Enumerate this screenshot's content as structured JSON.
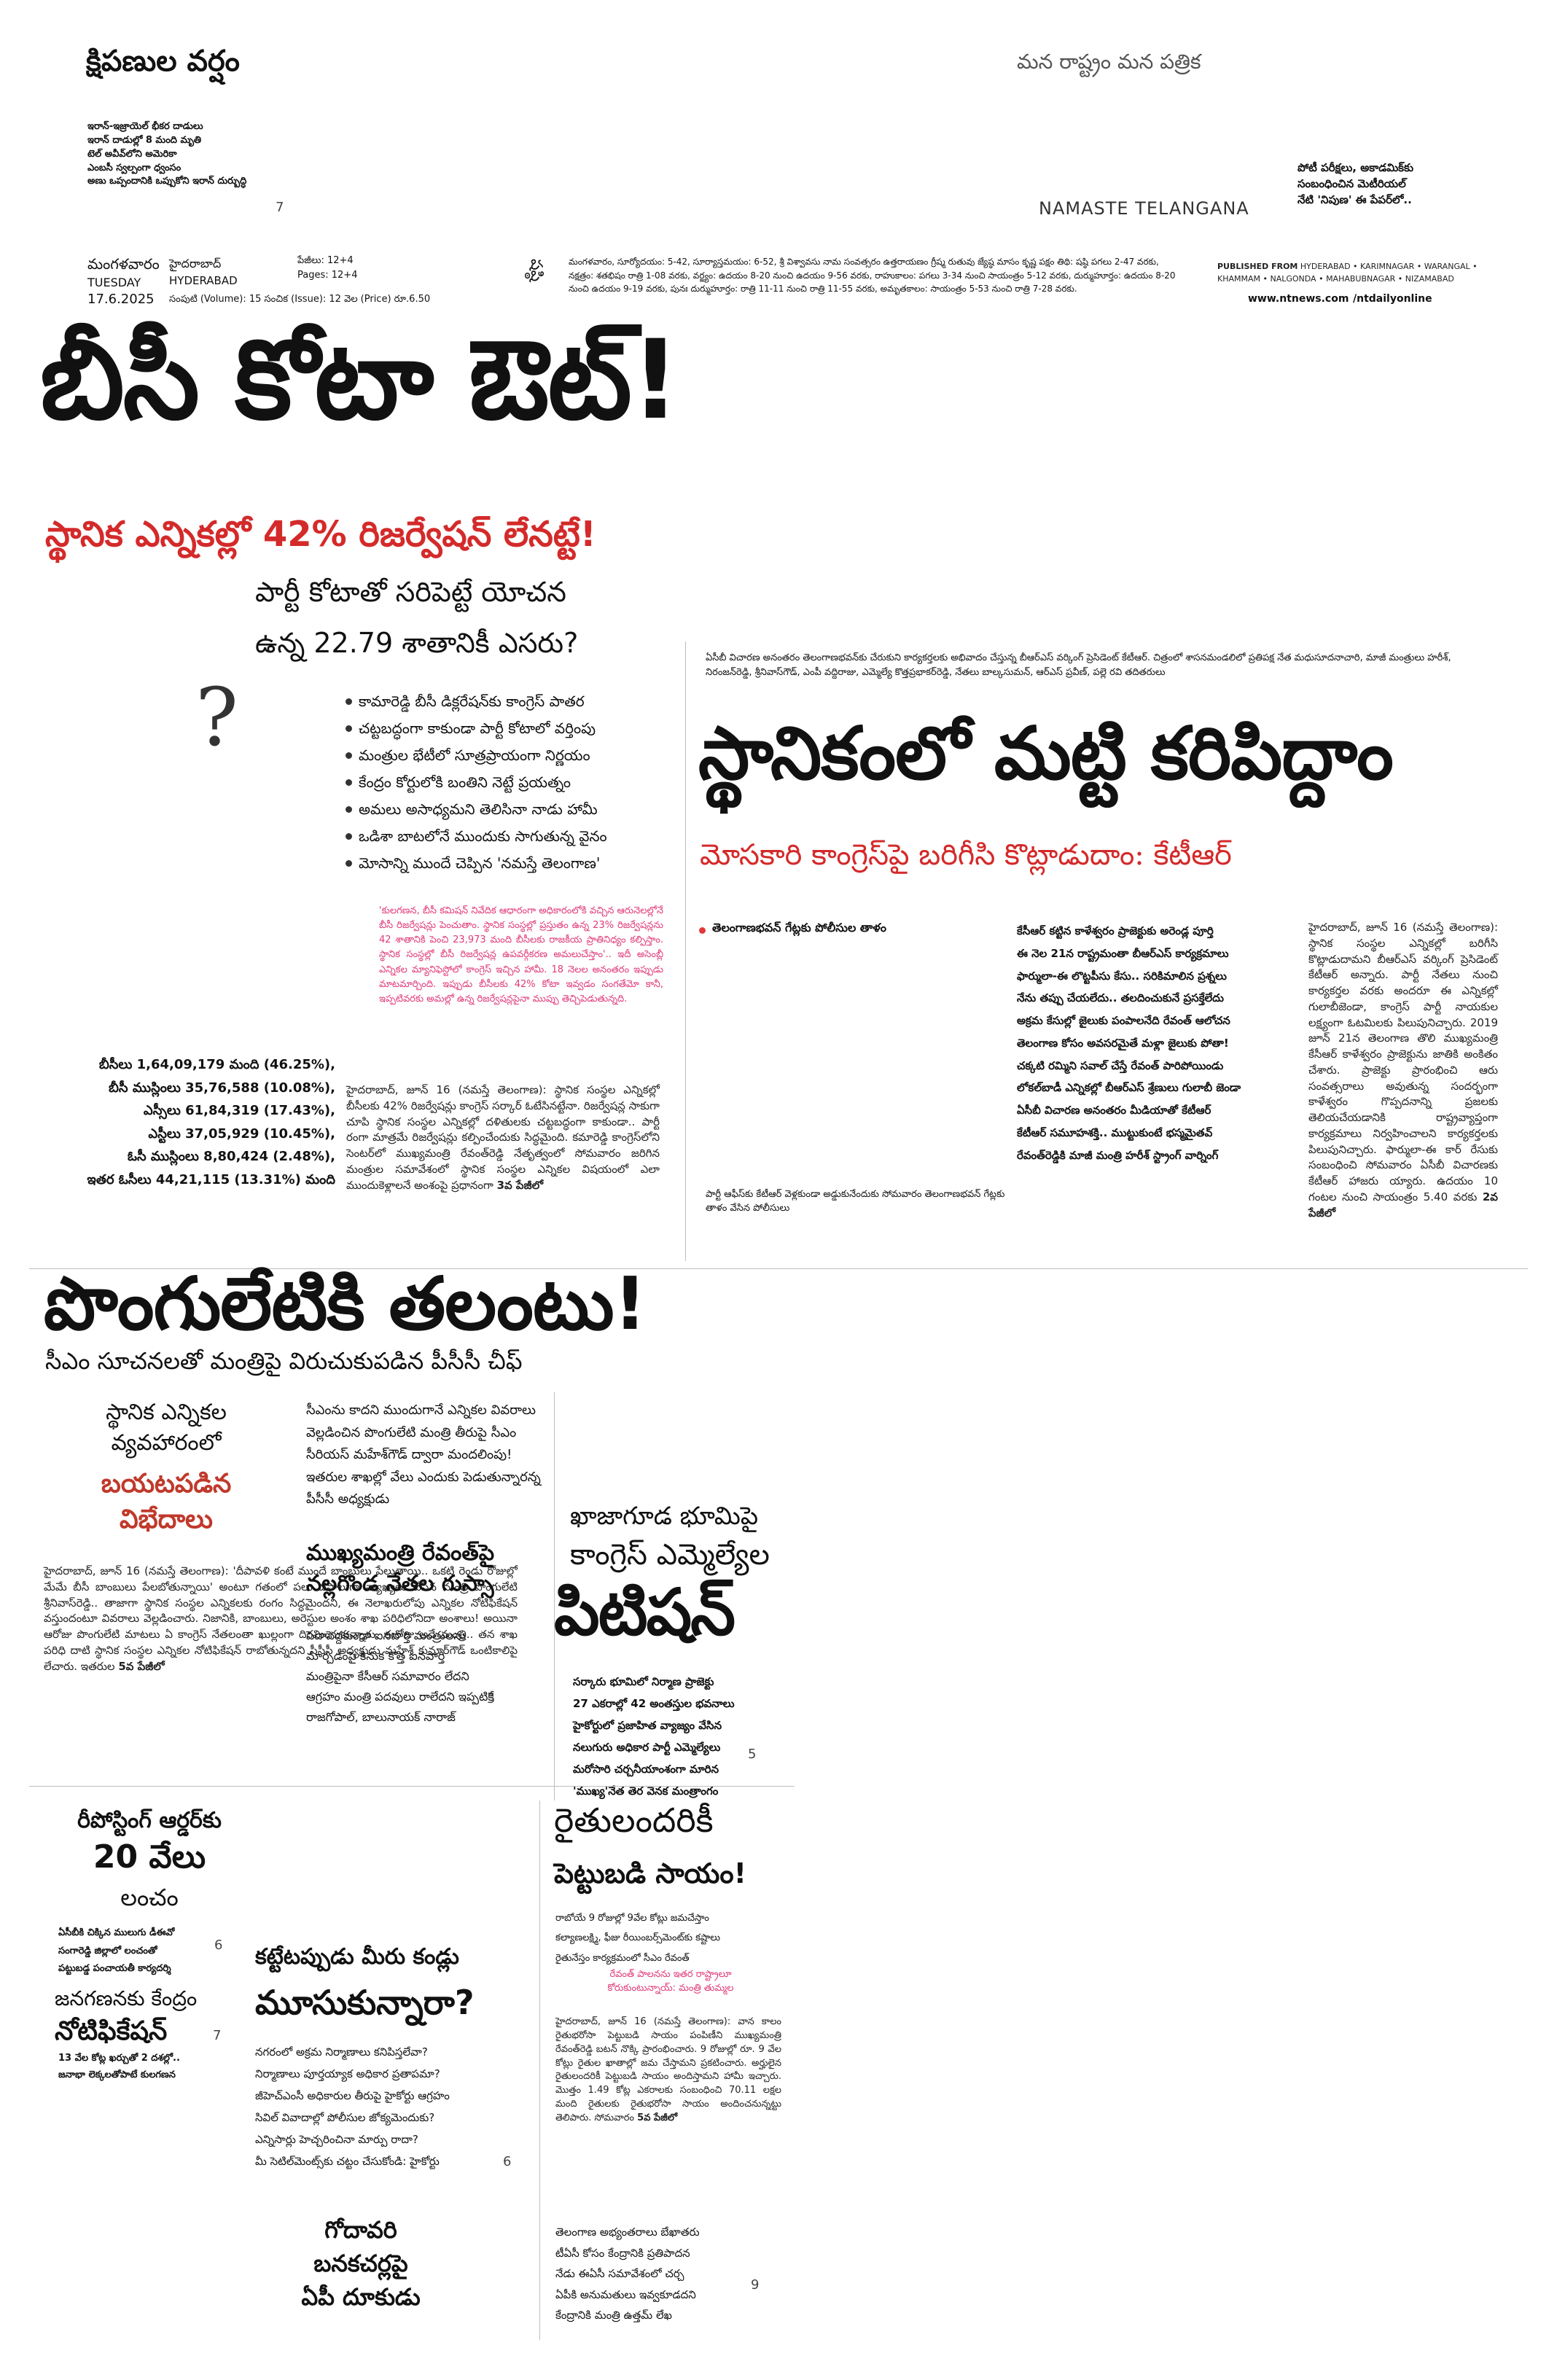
{
  "masthead": {
    "brand_line": "మన రాష్ట్రం మన పత్రిక",
    "english_name": "NAMASTE TELANGANA",
    "day_te": "మంగళవారం",
    "day_en": "TUESDAY",
    "date": "17.6.2025",
    "city_te": "హైదరాబాద్",
    "city_en": "HYDERABAD",
    "pages_te": "పేజీలు: 12+4",
    "pages_en": "Pages: 12+4",
    "volume_line": "సంపుటి (Volume): 15   సంచిక (Issue): 12   వెల (Price) రూ.6.50",
    "tithi": "షష్ఠి",
    "panchang": "మంగళవారం, సూర్యోదయం: 5-42, సూర్యాస్తమయం: 6-52, శ్రీ విశ్వావసు నామ సంవత్సరం ఉత్తరాయణం గ్రీష్మ రుతువు జ్యేష్ఠ మాసం కృష్ణ పక్షం తిథి: షష్ఠి పగలు 2-47 వరకు, నక్షత్రం: శతభిషం రాత్రి 1-08 వరకు, వర్జ్యం: ఉదయం 8-20 నుంచి ఉదయం 9-56 వరకు, రాహుకాలం: పగలు 3-34 నుంచి సాయంత్రం 5-12 వరకు, దుర్ముహూర్తం: ఉదయం 8-20 నుంచి ఉదయం 9-19 వరకు, పునః దుర్ముహూర్తం: రాత్రి 11-11 నుంచి రాత్రి 11-55 వరకు, అమృతకాలం: సాయంత్రం 5-53 నుంచి రాత్రి 7-28 వరకు.",
    "published_label": "PUBLISHED FROM",
    "published_cities": "HYDERABAD • KARIMNAGAR • WARANGAL • KHAMMAM • NALGONDA • MAHABUBNAGAR • NIZAMABAD",
    "website": "www.ntnews.com",
    "social": "/ntdailyonline"
  },
  "ear_left": {
    "title": "క్షిపణుల వర్షం",
    "lines": [
      "ఇరాన్-ఇజ్రాయెల్ భీకర దాడులు",
      "ఇరాన్ దాడుల్లో 8 మంది మృతి",
      "టెల్ అవీవ్‌లోని అమెరికా",
      "ఎంబసీ స్వల్పంగా ధ్వంసం",
      "అణు ఒప్పందానికి ఒప్పుకోని ఇరాన్ దుర్బుద్ధి"
    ],
    "page": "7"
  },
  "ear_right": {
    "lines": [
      "పోటీ పరీక్షలు, అకాడమిక్‌కు",
      "సంబంధించిన మెటీరియల్",
      "నేటి 'నిపుణ' ఈ పేపర్‌లో.."
    ]
  },
  "lead": {
    "headline": "బీసీ కోటా ఔట్!",
    "subhead": "స్థానిక ఎన్నికల్లో 42% రిజర్వేషన్ లేనట్టే!",
    "deck1": "పార్టీ కోటాతో సరిపెట్టే యోచన",
    "deck2": "ఉన్న 22.79 శాతానికీ ఎసరు?",
    "question_mark": "?",
    "bullets": [
      "కామారెడ్డి బీసీ డిక్లరేషన్‌కు కాంగ్రెస్ పాతర",
      "చట్టబద్ధంగా కాకుండా పార్టీ కోటాలో వర్తింపు",
      "మంత్రుల భేటీలో సూత్రప్రాయంగా నిర్ణయం",
      "కేంద్రం కోర్టులోకి బంతిని నెట్టే ప్రయత్నం",
      "అమలు అసాధ్యమని తెలిసినా నాడు హామీ",
      "ఒడిశా బాటలోనే ముందుకు సాగుతున్న వైనం",
      "మోసాన్ని ముందే చెప్పిన 'నమస్తే తెలంగాణ'"
    ],
    "pink_box": "'కులగణన, బీసీ కమిషన్ నివేదిక ఆధారంగా అధికారంలోకి వచ్చిన ఆరునెలల్లోనే బీసీ రిజర్వేషన్లు పెంచుతాం. స్థానిక సంస్థల్లో ప్రస్తుతం ఉన్న 23% రిజర్వేషన్లను 42 శాతానికి పెంచి 23,973 మంది బీసీలకు రాజకీయ ప్రాతినిధ్యం కల్పిస్తాం. స్థానిక సంస్థల్లో బీసీ రిజర్వేషన్ల ఉపవర్గీకరణ అమలుచేస్తాం'.. ఇదీ అసెంబ్లీ ఎన్నికల మ్యానిఫెస్టోలో కాంగ్రెస్ ఇచ్చిన హామీ. 18 నెలల అనంతరం ఇప్పుడు మాటమార్చింది. ఇప్పుడు బీసీలకు 42% కోటా ఇవ్వడం సంగతేమో కానీ, ఇప్పటివరకు అమల్లో ఉన్న రిజర్వేషన్లపైనా ముప్పు తెచ్చిపెడుతున్నది.",
    "body": "హైదరాబాద్, జూన్ 16 (నమస్తే తెలంగాణ): స్థానిక సంస్థల ఎన్నికల్లో బీసీలకు 42% రిజర్వేషన్లు కాంగ్రెస్ సర్కార్ ఓటేసినట్టేనా. రిజర్వేషన్ల సాకుగా చూపి స్థానిక సంస్థల ఎన్నికల్లో దళితులకు చట్టబద్ధంగా కాకుండా.. పార్టీ రంగా మాత్రమే రిజర్వేషన్లు కల్పించేందుకు సిద్ధమైంది. కమారెడ్డి కాంగ్రెస్‌లోని సెంటర్‌లో ముఖ్యమంత్రి రేవంత్‌రెడ్డి నేతృత్వంలో సోమవారం జరిగిన మంత్రుల సమావేశంలో స్థానిక సంస్థల ఎన్నికల విషయంలో ఎలా ముందుకెళ్లాలనే అంశంపై ప్రధానంగా",
    "cont": "3వ పేజీలో",
    "stats": [
      "బీసీలు 1,64,09,179 మంది (46.25%),",
      "బీసీ ముస్లింలు 35,76,588 (10.08%),",
      "ఎస్సీలు 61,84,319 (17.43%),",
      "ఎస్టీలు 37,05,929 (10.45%),",
      "ఓసీ ముస్లింలు 8,80,424 (2.48%),",
      "ఇతర ఓసీలు 44,21,115 (13.31%) మంది"
    ]
  },
  "ktr": {
    "photo_caption": "ఏసీబీ విచారణ అనంతరం తెలంగాణభవన్‌కు చేరుకుని కార్యకర్తలకు అభివాదం చేస్తున్న బీఆర్‌ఎస్ వర్కింగ్ ప్రెసిడెంట్ కేటీఆర్. చిత్రంలో శాసనమండలిలో ప్రతిపక్ష నేత మధుసూదనాచారి, మాజీ మంత్రులు హరీశ్, నిరంజన్‌రెడ్డి, శ్రీనివాస్‌గౌడ్, ఎంపీ వద్దిరాజు, ఎమ్మెల్యే కొత్తప్రభాకర్‌రెడ్డి, నేతలు బాల్కసుమన్, ఆర్‌ఎస్ ప్రవీణ్, పల్లె రవి తదితరులు",
    "headline": "స్థానికంలో మట్టి కరిపిద్దాం",
    "subhead": "మోసకారి కాంగ్రెస్‌పై బరిగీసి కొట్లాడుదాం: కేటీఆర్",
    "bullet": "తెలంగాణభవన్ గేట్లకు పోలీసుల తాళం",
    "photo_caption2": "పార్టీ ఆఫీస్‌కు కేటీఆర్ వెళ్లకుండా అడ్డుకునేందుకు సోమవారం తెలంగాణభవన్ గేట్లకు తాళం వేసిన పోలీసులు",
    "mid_lines": [
      "కేసీఆర్ కట్టిన కాళేశ్వరం ప్రాజెక్టుకు అరెండ్ల పూర్తి",
      "ఈ నెల 21న రాష్ట్రమంతా బీఆర్‌ఎస్ కార్యక్రమాలు",
      "ఫార్ములా-ఈ లొట్టపీసు కేసు.. సరికిమాలిన ప్రశ్నలు",
      "నేను తప్పు చేయలేదు.. తలదించుకునే ప్రసక్తేలేదు",
      "అక్రమ కేసుల్లో జైలుకు పంపాలనేది రేవంత్ ఆలోచన",
      "తెలంగాణ కోసం అవసరమైతే మళ్లా జైలుకు పోతా!",
      "చక్కటి రమ్మిని సవాల్ చేస్తే రేవంత్ పారిపోయిండు",
      "లోకల్‌బాడీ ఎన్నికల్లో బీఆర్‌ఎస్ శ్రేణులు గులాబీ జెండా",
      "ఏసీబీ విచారణ అనంతరం మీడియాతో కేటీఆర్",
      "కేటీఆర్ సమూహశక్తి.. ముట్టుకుంటే భస్మమైతవ్",
      "రేవంత్‌రెడ్డికి మాజీ మంత్రి హరీశ్ స్ట్రాంగ్ వార్నింగ్"
    ],
    "body": "హైదరాబాద్, జూన్ 16 (నమస్తే తెలంగాణ): స్థానిక సంస్థల ఎన్నికల్లో బరిగీసి కొట్లాడుదామని బీఆర్‌ఎస్ వర్కింగ్ ప్రెసిడెంట్ కేటీఆర్ అన్నారు. పార్టీ నేతలు నుంచి కార్యకర్తల వరకు అందరూ ఈ ఎన్నికల్లో గులాబీజెండా, కాంగ్రెస్ పార్టీ నాయకుల లక్ష్యంగా ఓటమిలకు పిలుపునిచ్చారు. 2019 జూన్ 21న తెలంగాణ తొలి ముఖ్యమంత్రి కేసీఆర్ కాళేశ్వరం ప్రాజెక్టును జాతికి అంకితం చేశారు. ప్రాజెక్టు ప్రారంభించి ఆరు సంవత్సరాలు అవుతున్న సందర్భంగా కాళేశ్వరం గొప్పదనాన్ని ప్రజలకు తెలియచేయడానికి రాష్ట్రవ్యాప్తంగా కార్యక్రమాలు నిర్వహించాలని కార్యకర్తలకు పిలుపునిచ్చారు. ఫార్ములా-ఈ కార్ రేసుకు సంబంధించి సోమవారం ఏసీబీ విచారణకు కేటీఆర్ హాజరు య్యారు. ఉదయం 10 గంటల నుంచి సాయంత్రం 5.40 వరకు",
    "cont": "2వ పేజీలో"
  },
  "ponguleti": {
    "headline": "పొంగులేటికి తలంటు!",
    "subhead": "సీఎం సూచనలతో మంత్రిపై విరుచుకుపడిన పీసీసీ చీఫ్",
    "kicker1": "స్థానిక ఎన్నికల",
    "kicker2": "వ్యవహారంలో",
    "kicker_red": "బయటపడిన విభేదాలు",
    "side_text": "సీఎంను కాదని ముందుగానే ఎన్నికల వివరాలు వెల్లడించిన పొంగులేటి మంత్రి తీరుపై సీఎం సీరియస్ మహేశ్‌గౌడ్ ద్వారా మందలింపు! ఇతరుల శాఖల్లో వేలు ఎందుకు పెడుతున్నారన్న పీసీసీ అధ్యక్షుడు",
    "body": "హైదరాబాద్, జూన్ 16 (నమస్తే తెలంగాణ): 'దీపావళి కంటే ముందే బాంబులు పేలుతాయి.. ఒకటి రెండు రోజుల్లో మేమే బీసీ బాంబులు పేలబోతున్నాయి' అంటూ గతంలో పలు దఫాలుగా వ్యాఖ్యలు చేసిన మంత్రి పొంగులేటి శ్రీనివాస్‌రెడ్డి.. తాజాగా స్థానిక సంస్థల ఎన్నికలకు రంగం సిద్ధమైందని, ఈ నెలాఖరులోపు ఎన్నికల నోటిఫికేషన్ వస్తుందంటూ వివరాలు వెల్లడించారు. నిజానికి, బాంబులు, అరెస్టుల అంశం శాఖ పరిధిలోనిదా అంశాలు! అయినా ఆరోజు పొంగులేటి మాటలు ఏ కాంగ్రెస్ నేతలంతా ఖుల్లంగా దిగమింగుకున్నారు. ఈరోజు అదే మంత్రి.. తన శాఖ పరిధి దాటి స్థానిక సంస్థల ఎన్నికల నోటిఫికేషన్ రాబోతున్నదని పీసీసీ అధ్యక్షుడు మహేశ్ కుమార్‌గౌడ్ ఒంటికాలిపై లేచారు. ఇతరుల",
    "cont": "5వ పేజీలో"
  },
  "cm_box": {
    "headline": "ముఖ్యమంత్రి రేవంత్‌పై నల్లగొండ నేతల గుస్సా",
    "text": "పెదాపెద్దకుండా ఐనవార్తి మంత్రులను మార్చడంపై కినుక కొత్త ఐనవార్తి మంత్రిపైనా కేసీఆర్ సమావారం లేదని ఆగ్రహం మంత్రి పదవులు రాలేదని ఇప్పటికే రాజగోపాల్, బాలునాయక్ నారాజ్",
    "page": "5"
  },
  "khajaguda": {
    "kicker": "ఖాజాగూడ భూమిపై",
    "headline": "కాంగ్రెస్ ఎమ్మెల్యేల",
    "big": "పిటిషన్",
    "lines": [
      "సర్కారు భూమిలో నిర్మాణ ప్రాజెక్టు",
      "27 ఎకరాల్లో 42 అంతస్తుల భవనాలు",
      "హైకోర్టులో ప్రజాహిత వ్యాజ్యం వేసిన",
      "నలుగురు అధికార పార్టీ ఎమ్మెల్యేలు",
      "మరోసారి చర్చనీయాంశంగా మారిన",
      "'ముఖ్య'నేత తెర వెనక మంత్రాంగం"
    ],
    "page": "5"
  },
  "posting": {
    "title1": "రీపోస్టింగ్ ఆర్డర్‌కు",
    "title2": "20 వేలు",
    "title3": "లంచం",
    "lines": [
      "ఏసీబీకి చిక్కిన ములుగు డీఈవో",
      "సంగారెడ్డి జిల్లాలో లంచంతో",
      "పట్టుబడ్డ పంచాయతీ కార్యదర్శి"
    ],
    "page": "6"
  },
  "janagana": {
    "title1": "జనగణనకు కేంద్రం",
    "title2": "నోటిఫికేషన్",
    "lines": [
      "13 వేల కోట్ల ఖర్చుతో 2 దశల్లో..",
      "జనాభా లెక్కలతోపాటే కులగణన"
    ],
    "page": "7"
  },
  "eyes": {
    "title1": "కట్టేటప్పుడు మీరు కండ్లు",
    "title2": "మూసుకున్నారా?",
    "lines": [
      "నగరంలో అక్రమ నిర్మాణాలు కనిపిస్తలేవా?",
      "నిర్మాణాలు పూర్తయ్యాక అధికార ప్రతాపమా?",
      "జీహెచ్‌ఎంసీ అధికారుల తీరుపై హైకోర్టు ఆగ్రహం",
      "సివిల్ వివాదాల్లో పోలీసుల జోక్యమెందుకు?",
      "ఎన్నిసార్లు హెచ్చరించినా మార్పు రాదా?",
      "మీ సెటిల్‌మెంట్స్‌కు చట్టం చేసుకోండి: హైకోర్టు"
    ],
    "page": "6"
  },
  "godavari": {
    "title1": "గోదావరి",
    "title2": "బనకచర్లపై",
    "title3": "ఏపీ దూకుడు",
    "lines": [
      "తెలంగాణ అభ్యంతరాలు బేఖాతరు",
      "టీఏసీ కోసం కేంద్రానికి ప్రతిపాదన",
      "నేడు ఈఏసీ సమావేశంలో చర్చ",
      "ఏపీకి అనుమతులు ఇవ్వకూడదని",
      "కేంద్రానికి మంత్రి ఉత్తమ్ లేఖ"
    ],
    "page": "9"
  },
  "farmers": {
    "title1": "రైతులందరికీ",
    "title2": "పెట్టుబడి సాయం!",
    "lines": [
      "రాబోయే 9 రోజుల్లో 9వేల కోట్లు జమచేస్తాం",
      "కల్యాణలక్ష్మి, ఫీజు రీయింబర్స్‌మెంట్‌కు కష్టాలు",
      "రైతునేస్తం కార్యక్రమంలో సీఎం రేవంత్"
    ],
    "red_note": "రేవంత్ పాలనను ఇతర రాష్ట్రాలూ కోరుకుంటున్నాయ్: మంత్రి తుమ్మల",
    "body": "హైదరాబాద్, జూన్ 16 (నమస్తే తెలంగాణ): వాన కాలం రైతుభరోసా పెట్టుబడి సాయం పంపిణీని ముఖ్యమంత్రి రేవంత్‌రెడ్డి బటన్ నొక్కి ప్రారంభించారు. 9 రోజుల్లో రూ. 9 వేల కోట్లు రైతుల ఖాతాల్లో జమ చేస్తామని ప్రకటించారు. అర్హులైన రైతులందరికీ పెట్టుబడి సాయం అందిస్తామని హామీ ఇచ్చారు. మొత్తం 1.49 కోట్ల ఎకరాలకు సంబంధించి 70.11 లక్షల మంది రైతులకు రైతుభరోసా సాయం అందించనున్నట్టు తెలిపారు. సోమవారం",
    "cont": "5వ పేజీలో"
  }
}
